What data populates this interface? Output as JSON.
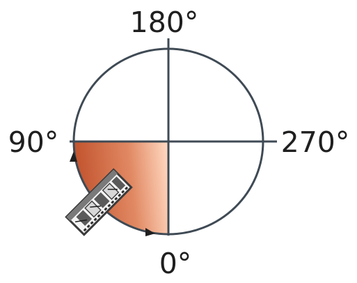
{
  "labels": {
    "top": "180°",
    "left": "90°",
    "right": "270°",
    "bottom": "0°"
  },
  "colors": {
    "circle": "#3f4a54",
    "quadrant_dark": "#c0512c",
    "quadrant_light": "#ffd7bf",
    "background": "#ffffff"
  },
  "icons": {
    "chip": "computer-chip-icon"
  }
}
